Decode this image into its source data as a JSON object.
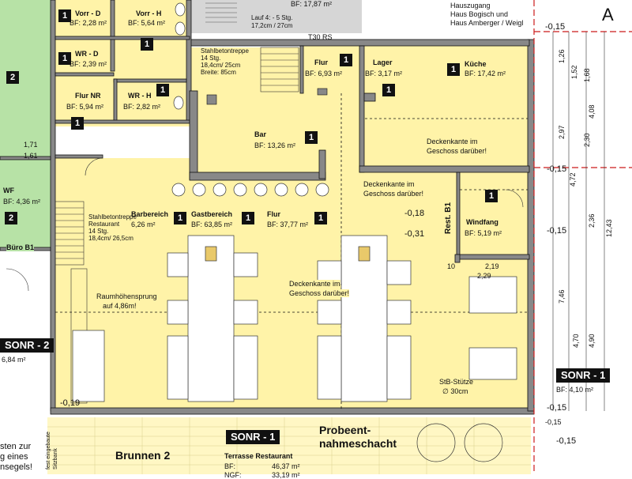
{
  "top_block": {
    "bf_partial": "BF: 17,87 m²",
    "houses": [
      "Hauszugang",
      "Haus Bogisch und",
      "Haus Amberger / Weigl"
    ],
    "stair_info": [
      "Lauf 4: - 5 Stg.",
      "17,2cm / 27cm"
    ],
    "t30": "T30 RS"
  },
  "rooms": [
    {
      "id": "vorr-d",
      "name": "Vorr - D",
      "area": "BF: 2,28 m²",
      "num": "1"
    },
    {
      "id": "vorr-h",
      "name": "Vorr - H",
      "area": "BF: 5,64 m²",
      "num": "1"
    },
    {
      "id": "wr-d",
      "name": "WR - D",
      "area": "BF: 2,39 m²",
      "num": "1"
    },
    {
      "id": "flur-nr",
      "name": "Flur NR",
      "area": "BF: 5,94 m²",
      "num": "1"
    },
    {
      "id": "wr-h",
      "name": "WR - H",
      "area": "BF: 2,82 m²",
      "num": "1"
    },
    {
      "id": "flur-small",
      "name": "Flur",
      "area": "BF: 6,93 m²",
      "num": "1"
    },
    {
      "id": "lager",
      "name": "Lager",
      "area": "BF: 3,17 m²",
      "num": "1"
    },
    {
      "id": "kueche",
      "name": "Küche",
      "area": "BF: 17,42 m²",
      "num": "1"
    },
    {
      "id": "bar",
      "name": "Bar",
      "area": "BF: 13,26 m²",
      "num": "1"
    },
    {
      "id": "barbereich",
      "name": "Barbereich",
      "area": "6,26 m²",
      "num": "1"
    },
    {
      "id": "gastbereich",
      "name": "Gastbereich",
      "area": "BF: 63,85 m²",
      "num": "1"
    },
    {
      "id": "flur-main",
      "name": "Flur",
      "area": "BF: 37,77 m²",
      "num": "1"
    },
    {
      "id": "windfang",
      "name": "Windfang",
      "area": "BF: 5,19 m²",
      "num": "1"
    },
    {
      "id": "wf",
      "name": "WF",
      "area": "BF: 4,36 m²",
      "num": "2"
    },
    {
      "id": "buero-b1",
      "name": "Büro B1",
      "area": "",
      "num": ""
    }
  ],
  "stair_top": [
    "Stahlbetontreppe",
    "14 Stg.",
    "18,4cm/ 25cm",
    "Breite: 85cm"
  ],
  "stair_left": [
    "Stahlbetontreppe",
    "Restaurant",
    "14 Stg.",
    "18,4cm/ 26,5cm"
  ],
  "notes": {
    "deckenkante_1": [
      "Deckenkante im",
      "Geschoss darüber!"
    ],
    "deckenkante_2": [
      "Deckenkante im",
      "Geschoss darüber!"
    ],
    "deckenkante_3": [
      "Deckenkante im",
      "Geschoss darüber!"
    ],
    "raumhoehe": [
      "Raumhöhensprung",
      "auf 4,86m!"
    ],
    "stuetze": [
      "StB-Stütze",
      "∅ 30cm"
    ],
    "rest_b1": "Rest. B1"
  },
  "elevations": {
    "e1": "-0,18",
    "e2": "-0,31",
    "e3": "-0,19",
    "e4": "-0,15",
    "e5": "-0,15",
    "e6": "-0,15",
    "e7": "-0,15",
    "e8": "-0,15",
    "e9": "-0,15"
  },
  "dims_right": [
    "1,26",
    "1,52",
    "4,08",
    "1,68",
    "2,97",
    "2,30",
    "4,72",
    "2,36",
    "12,43",
    "7,46",
    "4,70",
    "4,90"
  ],
  "dims_small": [
    "2,19",
    "2,29",
    "10"
  ],
  "left_labels": {
    "d1": "1,71",
    "d2": "1,61",
    "sonr2": "SONR - 2",
    "sonr2_area": "6,84 m²",
    "num2": "2"
  },
  "sonr1_right": {
    "label": "SONR - 1",
    "area": "BF: 4,10 m²"
  },
  "bottom": {
    "sonr1": "SONR - 1",
    "probe": [
      "Probeent-",
      "nahmeschacht"
    ],
    "brunnen": "Brunnen 2",
    "terrasse": "Terrasse Restaurant",
    "terrasse_bf": "BF:",
    "terrasse_bf_val": "46,37 m²",
    "terrasse_ngf": "NGF:",
    "terrasse_ngf_val": "33,19 m²",
    "left_text": [
      "sten zur",
      "g eines",
      "nsegels!"
    ],
    "fest": "fest eingebaute",
    "sitzbank": "Sitzbank"
  },
  "axis_label": "A"
}
